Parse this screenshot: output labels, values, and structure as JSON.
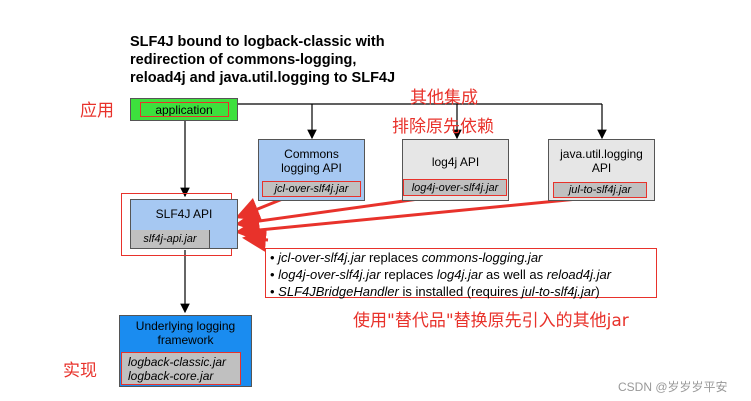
{
  "title": {
    "line1": "SLF4J bound to logback-classic with",
    "line2": "redirection of commons-logging,",
    "line3": "reload4j and java.util.logging to SLF4J"
  },
  "annotations": {
    "application_cn": "应用",
    "integrate_cn": "其他集成",
    "exclude_cn": "排除原先依赖",
    "replace_cn": "使用\"替代品\"替换原先引入的其他jar",
    "impl_cn": "实现"
  },
  "boxes": {
    "application": "application",
    "commons_api_line1": "Commons",
    "commons_api_line2": "logging API",
    "commons_jar": "jcl-over-slf4j.jar",
    "log4j_api": "log4j API",
    "log4j_jar": "log4j-over-slf4j.jar",
    "jul_api_line1": "java.util.logging",
    "jul_api_line2": "API",
    "jul_jar": "jul-to-slf4j.jar",
    "slf4j_api": "SLF4J API",
    "slf4j_jar": "slf4j-api.jar",
    "underlying_line1": "Underlying logging",
    "underlying_line2": "framework",
    "logback_classic": "logback-classic.jar",
    "logback_core": "logback-core.jar"
  },
  "notes": {
    "n1_jar": "jcl-over-slf4j.jar",
    "n1_mid": " replaces ",
    "n1_end": "commons-logging.jar",
    "n2_jar": "log4j-over-slf4j.jar",
    "n2_mid": " replaces ",
    "n2_a": "log4j.jar",
    "n2_and": " as well as ",
    "n2_b": "reload4j.jar",
    "n3_a": "SLF4JBridgeHandler",
    "n3_mid": " is installed (requires ",
    "n3_b": "jul-to-slf4j.jar",
    "n3_end": ")"
  },
  "watermark": "CSDN @岁岁岁平安",
  "colors": {
    "application_green": "#3de03d",
    "api_blue": "#a6c8f2",
    "framework_blue": "#1a8cf0",
    "gray_box": "#e6e6e6",
    "jar_gray": "#c0c0c0",
    "annotation_red": "#e8322b"
  }
}
